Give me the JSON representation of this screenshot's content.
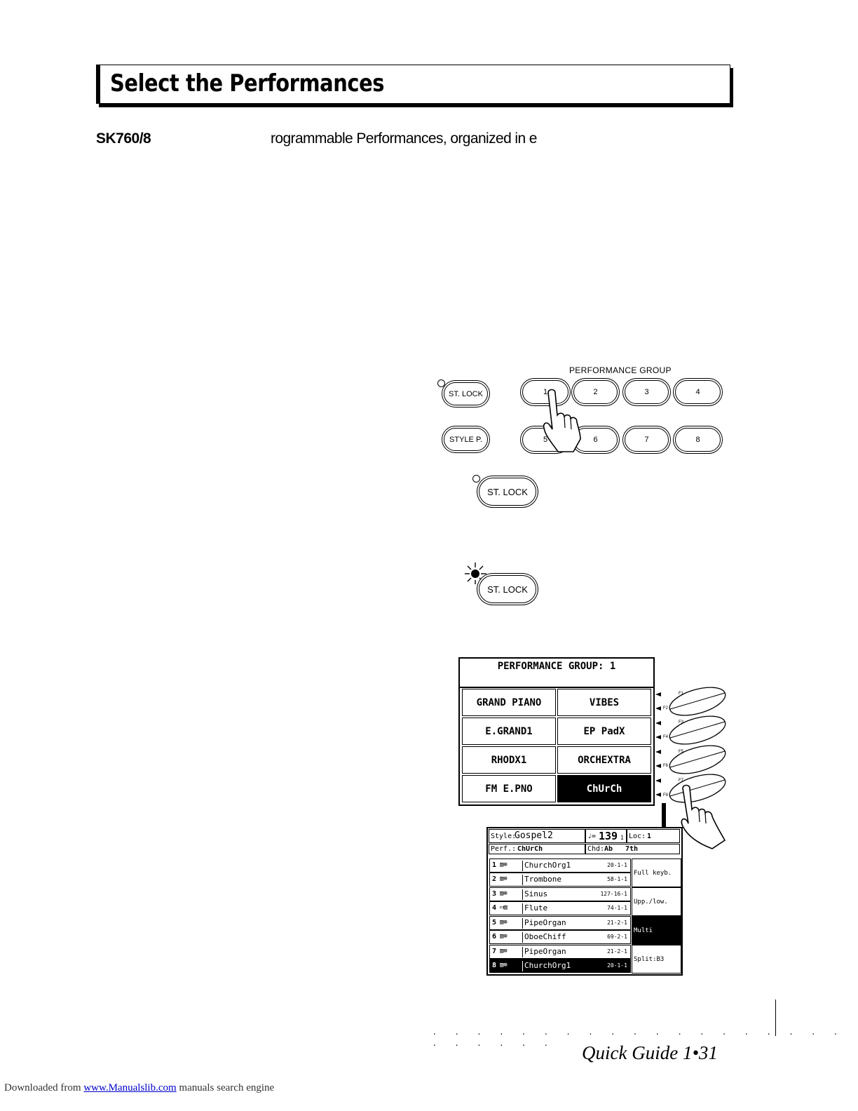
{
  "page": {
    "title": "Select the Performances",
    "model": "SK760/8",
    "intro": "rogrammable Performances, organized in e"
  },
  "panel": {
    "group_label": "PERFORMANCE GROUP",
    "st_lock": "ST. LOCK",
    "style_p": "STYLE P.",
    "numbers": [
      "1",
      "2",
      "3",
      "4",
      "5",
      "6",
      "7",
      "8"
    ]
  },
  "callouts": {
    "st_lock_off": "ST. LOCK",
    "st_lock_on": "ST. LOCK"
  },
  "display": {
    "title": "PERFORMANCE GROUP:  1",
    "cells": [
      "GRAND PIANO",
      "VIBES",
      "E.GRAND1",
      "EP PadX",
      "RHODX1",
      "ORCHEXTRA",
      "FM E.PNO",
      "ChUrCh"
    ],
    "selected_index": 7,
    "fkeys": [
      "F1",
      "F2",
      "F3",
      "F4",
      "F5",
      "F6",
      "F7",
      "F8"
    ]
  },
  "screen": {
    "style_label": "Style:",
    "style_value": "Gospel2",
    "tempo_symbol": "♩=",
    "tempo": "139",
    "tempo_sub": "1",
    "loc_label": "Loc:",
    "loc_value": "1",
    "perf_label": "Perf.:",
    "perf_value": "ChUrCh",
    "chd_label": "Chd:",
    "chd_value": "Ab",
    "chd_type": "7th",
    "tracks": [
      {
        "n": "1",
        "name": "ChurchOrg1",
        "prog": "20-1-1"
      },
      {
        "n": "2",
        "name": "Trombone",
        "prog": "58-1-1"
      },
      {
        "n": "3",
        "name": "Sinus",
        "prog": "127-16-1"
      },
      {
        "n": "4",
        "name": "Flute",
        "prog": "74-1-1"
      },
      {
        "n": "5",
        "name": "PipeOrgan",
        "prog": "21-2-1"
      },
      {
        "n": "6",
        "name": "OboeChiff",
        "prog": "69-2-1"
      },
      {
        "n": "7",
        "name": "PipeOrgan",
        "prog": "21-2-1"
      },
      {
        "n": "8",
        "name": "ChurchOrg1",
        "prog": "20-1-1"
      }
    ],
    "modes": [
      "Full keyb.",
      "Upp./low.",
      "Multi",
      "Split:B3"
    ]
  },
  "footer": {
    "dots": ". . . . . . . . . . . . . . . . . . . . . . . . .",
    "guide": "Quick Guide   1•31",
    "downloaded": "Downloaded from",
    "link": "www.Manualslib.com",
    "tail": "manuals search engine"
  }
}
